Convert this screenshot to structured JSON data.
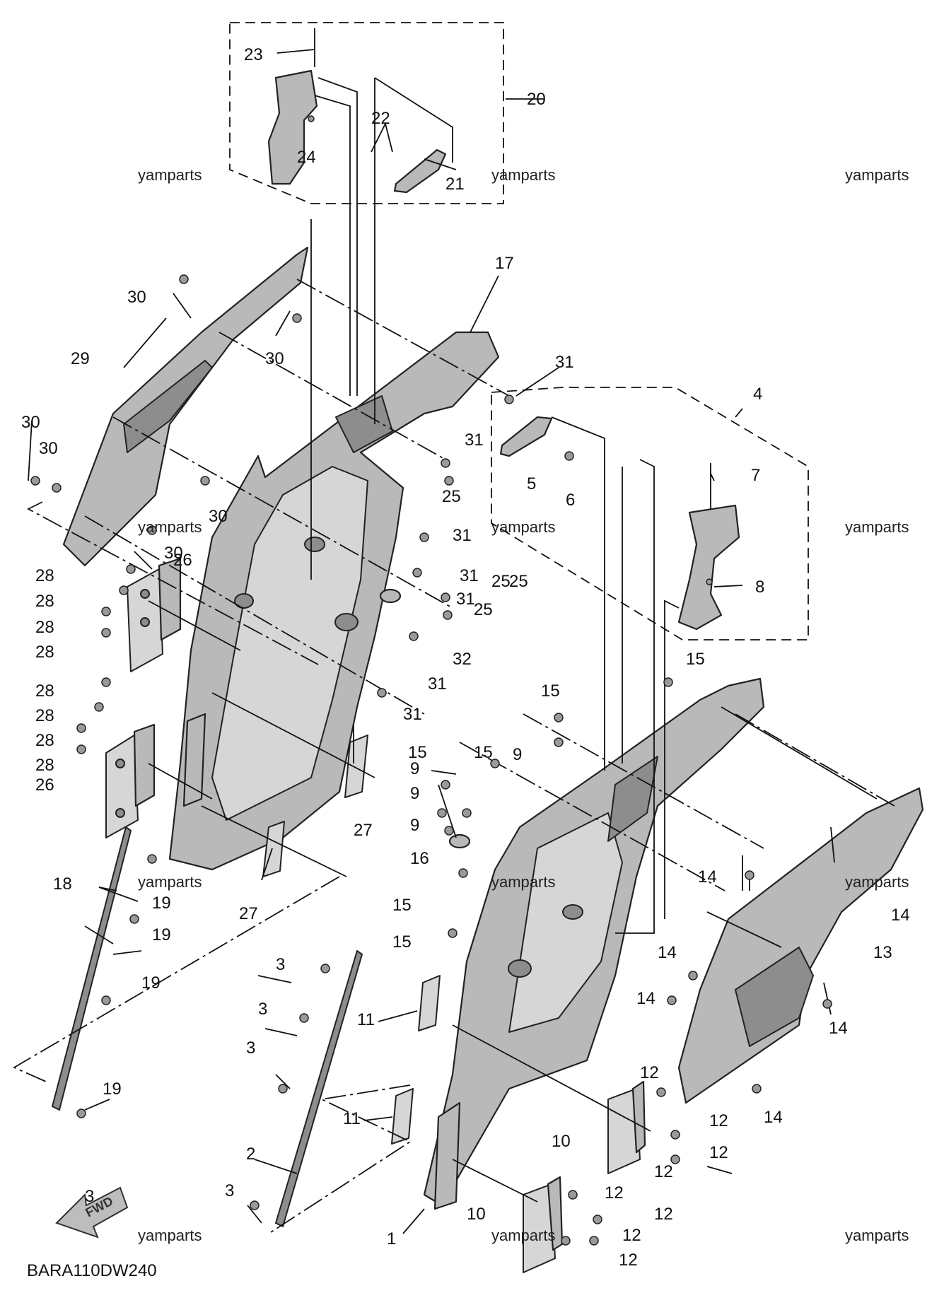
{
  "diagram_code": "BARA110DW240",
  "watermark": "yamparts",
  "fwd_label": "FWD",
  "callouts": [
    "1",
    "2",
    "3",
    "3",
    "3",
    "3",
    "3",
    "4",
    "5",
    "6",
    "7",
    "8",
    "9",
    "9",
    "9",
    "9",
    "10",
    "10",
    "11",
    "11",
    "12",
    "12",
    "12",
    "12",
    "12",
    "12",
    "12",
    "12",
    "13",
    "14",
    "14",
    "14",
    "14",
    "14",
    "14",
    "15",
    "15",
    "15",
    "15",
    "15",
    "15",
    "16",
    "17",
    "18",
    "19",
    "19",
    "19",
    "19",
    "20",
    "21",
    "22",
    "23",
    "24",
    "25",
    "25",
    "25",
    "25",
    "26",
    "26",
    "27",
    "27",
    "28",
    "28",
    "28",
    "28",
    "28",
    "28",
    "28",
    "28",
    "29",
    "30",
    "30",
    "30",
    "30",
    "30",
    "30",
    "31",
    "31",
    "31",
    "31",
    "31",
    "31",
    "31",
    "32"
  ]
}
